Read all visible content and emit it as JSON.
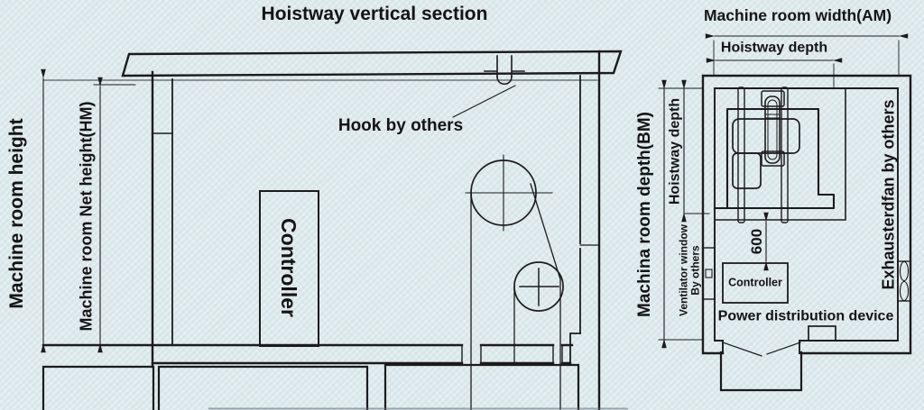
{
  "colors": {
    "paper": "#dde9ec",
    "ink": "#1b1b1d"
  },
  "section": {
    "title": "Hoistway vertical section",
    "labels": {
      "machine_room_height": "Machine room height",
      "net_height": "Machine room Net height(HM)",
      "hook": "Hook by others",
      "controller": "Controller"
    }
  },
  "plan": {
    "title": "Machine room width(AM)",
    "labels": {
      "hoistway_depth_top": "Hoistway depth",
      "machina_room_depth": "Machina room depth(BM)",
      "hoistway_depth_side": "Hoistway depth",
      "ventilator_line1": "Ventilator window",
      "ventilator_line2": "By others",
      "dim_600": "600",
      "controller": "Controller",
      "power_device": "Power distribution device",
      "exhauster": "Exhausterdfan by others"
    }
  }
}
